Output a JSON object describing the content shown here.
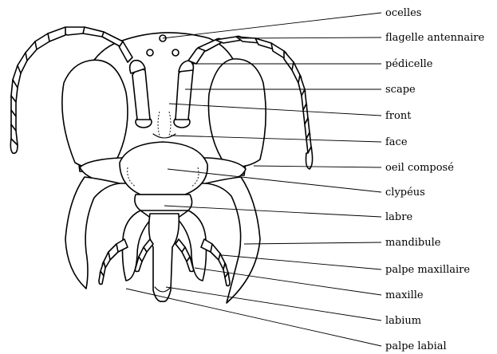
{
  "labels": [
    "ocelles",
    "flagelle antennaire",
    "pédicelle",
    "scape",
    "front",
    "face",
    "oeil composé",
    "clypéus",
    "labre",
    "mandibule",
    "palpe maxillaire",
    "maxille",
    "labium",
    "palpe labial"
  ]
}
